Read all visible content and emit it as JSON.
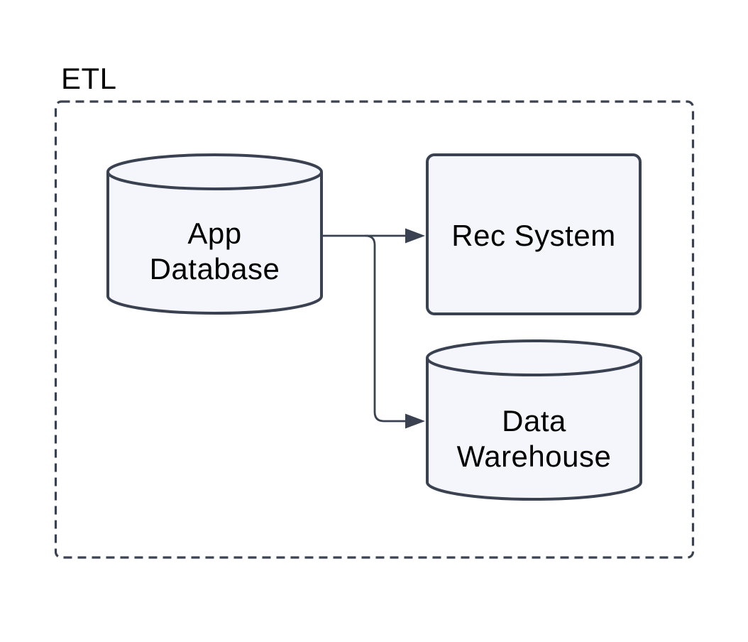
{
  "diagram": {
    "type": "flowchart",
    "container": {
      "label": "ETL"
    },
    "nodes": [
      {
        "id": "app-database",
        "shape": "cylinder",
        "label": "App Database",
        "lines": [
          "App",
          "Database"
        ]
      },
      {
        "id": "rec-system",
        "shape": "rounded-rectangle",
        "label": "Rec System",
        "lines": [
          "Rec System"
        ]
      },
      {
        "id": "data-warehouse",
        "shape": "cylinder",
        "label": "Data Warehouse",
        "lines": [
          "Data",
          "Warehouse"
        ]
      }
    ],
    "edges": [
      {
        "from": "app-database",
        "to": "rec-system",
        "style": "arrow"
      },
      {
        "from": "app-database",
        "to": "data-warehouse",
        "style": "arrow"
      }
    ],
    "colors": {
      "background": "#ffffff",
      "node_fill": "#f5f5fc",
      "node_stroke": "#3a4150",
      "edge_stroke": "#3a4150",
      "container_stroke": "#3a4150",
      "label": "#000000"
    }
  }
}
